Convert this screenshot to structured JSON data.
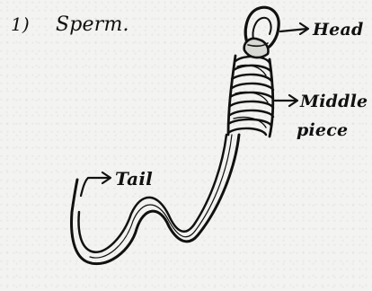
{
  "question": {
    "number": "1)",
    "title": "Sperm."
  },
  "labels": {
    "head": "Head",
    "middle_piece_line1": "Middle",
    "middle_piece_line2": "piece",
    "tail": "Tail"
  },
  "colors": {
    "ink": "#111111",
    "paper": "#f3f3f1"
  }
}
